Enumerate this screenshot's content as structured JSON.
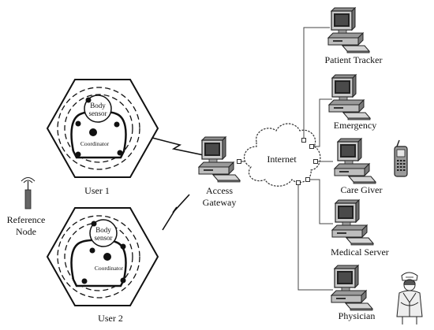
{
  "users": [
    {
      "label": "User 1",
      "body_sensor": [
        "Body",
        "sensor"
      ],
      "coordinator": "Coordinator"
    },
    {
      "label": "User 2",
      "body_sensor": [
        "Body",
        "sensor"
      ],
      "coordinator": "Coordinator"
    }
  ],
  "reference_node": {
    "lines": [
      "Reference",
      "Node"
    ]
  },
  "gateway": {
    "lines": [
      "Access",
      "Gateway"
    ]
  },
  "internet": {
    "label": "Internet"
  },
  "endpoints": [
    {
      "key": "patient-tracker",
      "label": "Patient Tracker"
    },
    {
      "key": "emergency",
      "label": "Emergency"
    },
    {
      "key": "care-giver",
      "label": "Care Giver"
    },
    {
      "key": "medical-server",
      "label": "Medical Server"
    },
    {
      "key": "physician",
      "label": "Physician"
    }
  ]
}
